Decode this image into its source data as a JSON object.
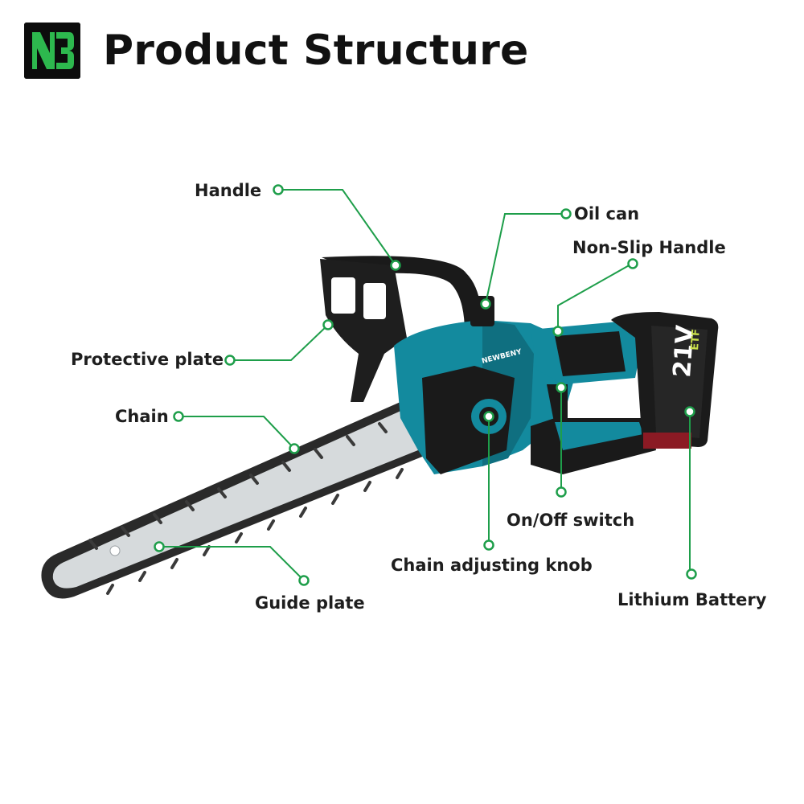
{
  "header": {
    "logo_text": "NB",
    "title": "Product Structure"
  },
  "colors": {
    "accent": "#1e9e4a",
    "tool_body": "#138a9e",
    "tool_dark": "#1a1a1a",
    "bar": "#d6dadc"
  },
  "product": {
    "brand_mark": "NEWBENY",
    "battery_voltage": "21V",
    "battery_badge": "ETF"
  },
  "callouts": {
    "handle": "Handle",
    "oil_can": "Oil can",
    "non_slip_handle": "Non-Slip  Handle",
    "protective_plate": "Protective plate",
    "chain": "Chain",
    "on_off_switch": "On/Off switch",
    "chain_adjusting_knob": "Chain adjusting knob",
    "guide_plate": "Guide plate",
    "lithium_battery": "Lithium Battery"
  }
}
